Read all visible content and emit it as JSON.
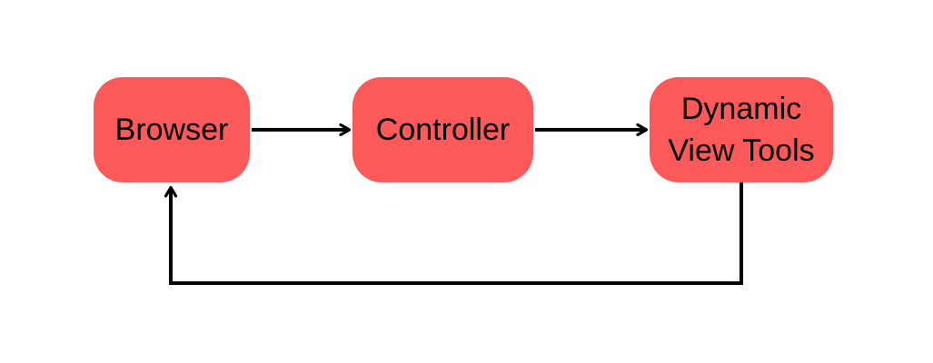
{
  "diagram": {
    "type": "flowchart",
    "colors": {
      "background": "#FFFFFF",
      "node_fill": "#FC5A5A",
      "node_text": "#000000",
      "edge": "#000000"
    },
    "nodes": [
      {
        "id": "browser",
        "label": "Browser"
      },
      {
        "id": "controller",
        "label": "Controller"
      },
      {
        "id": "dynamic_view_tools",
        "label": "Dynamic View Tools"
      }
    ],
    "edges": [
      {
        "from": "browser",
        "to": "controller",
        "style": "straight-arrow-right"
      },
      {
        "from": "controller",
        "to": "dynamic_view_tools",
        "style": "straight-arrow-right"
      },
      {
        "from": "dynamic_view_tools",
        "to": "browser",
        "style": "orthogonal-feedback-arrow-up"
      }
    ]
  }
}
